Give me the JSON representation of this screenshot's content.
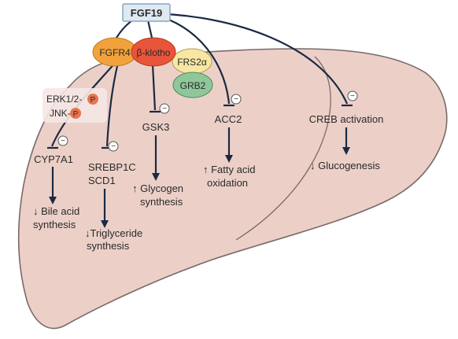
{
  "ligand": {
    "label": "FGF19"
  },
  "receptors": {
    "fgfr4": "FGFR4",
    "beta_klotho": "β-klotho",
    "frs2a": "FRS2α",
    "grb2": "GRB2"
  },
  "kinases": {
    "erk": "ERK1/2-",
    "jnk": "JNK-",
    "phospho": "P"
  },
  "inhibition_mark": "−",
  "pathways": {
    "cyp7a1": {
      "target": "CYP7A1",
      "outcome_line1": "↓ Bile acid",
      "outcome_line2": "synthesis"
    },
    "srebp": {
      "target_line1": "SREBP1C",
      "target_line2": "SCD1",
      "outcome_line1": "↓Triglyceride",
      "outcome_line2": "synthesis"
    },
    "gsk3": {
      "target": "GSK3",
      "outcome_line1": "↑ Glycogen",
      "outcome_line2": "synthesis"
    },
    "acc2": {
      "target": "ACC2",
      "outcome_line1": "↑ Fatty acid",
      "outcome_line2": "oxidation"
    },
    "creb": {
      "target": "CREB activation",
      "outcome_line1": "↓ Glucogenesis"
    }
  },
  "colors": {
    "liver_fill": "#ecd0c8",
    "liver_stroke": "#7a6a68",
    "line": "#1a2a44",
    "fgf19_fill": "#dfe9f2",
    "fgf19_stroke": "#8aa6c1",
    "fgfr4": "#f2a23c",
    "beta_klotho": "#e8553a",
    "frs2a": "#f7e7a2",
    "grb2": "#8fc79a",
    "phospho": "#e8744f"
  }
}
